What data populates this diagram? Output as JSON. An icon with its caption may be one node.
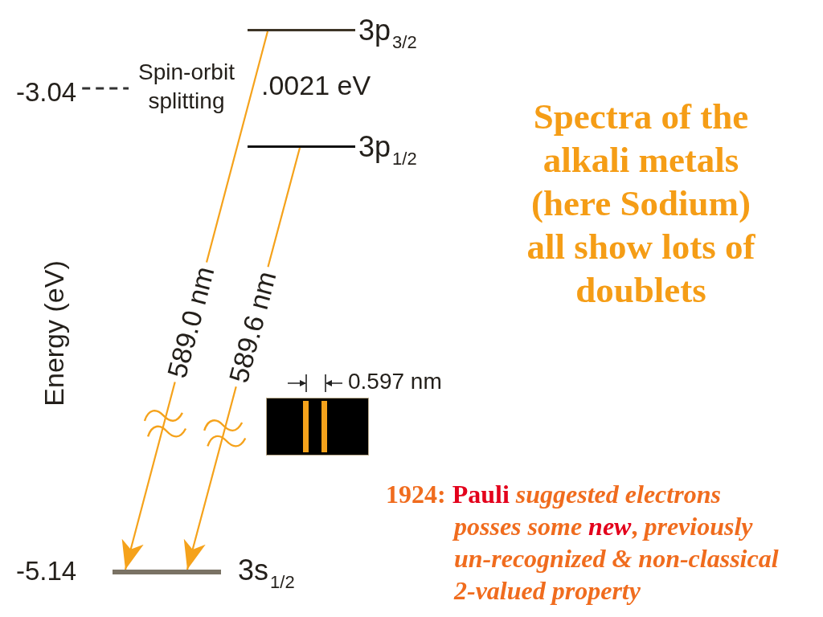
{
  "diagram": {
    "nodes": [
      {
        "text": [],
        "shape": "bar",
        "beside": [
          "3p$_{3/2}$"
        ]
      },
      {
        "text": [
          "-3.04"
        ]
      },
      {
        "text": [
          "Spin-orbit splitting"
        ]
      },
      {
        "text": [],
        "shape": "bar",
        "beside": [
          "3p$_{1/2}$"
        ]
      },
      {
        "text": [],
        "shape": "bar",
        "beside": [
          "-5.14",
          "3s$_{1/2}$"
        ]
      }
    ],
    "edges": [
      {
        "from": 1,
        "to": 2,
        "arrow": "none",
        "style": "dashed",
        "color": "#333333"
      },
      {
        "from": 0,
        "to": 4,
        "arrow": "to",
        "label": "589.0 nm"
      },
      {
        "from": 3,
        "to": 4,
        "arrow": "to",
        "label": "589.6 nm"
      }
    ],
    "labels": [
      ".0021 eV",
      "Spectra of the alkali metals (here Sodium) all show lots of doublets",
      "Energy (eV)",
      "0.597 nm",
      "1924: **Pauli** *suggested electrons posses some* **new**, *previously un-recognized & non-classical 2-valued property*"
    ]
  }
}
